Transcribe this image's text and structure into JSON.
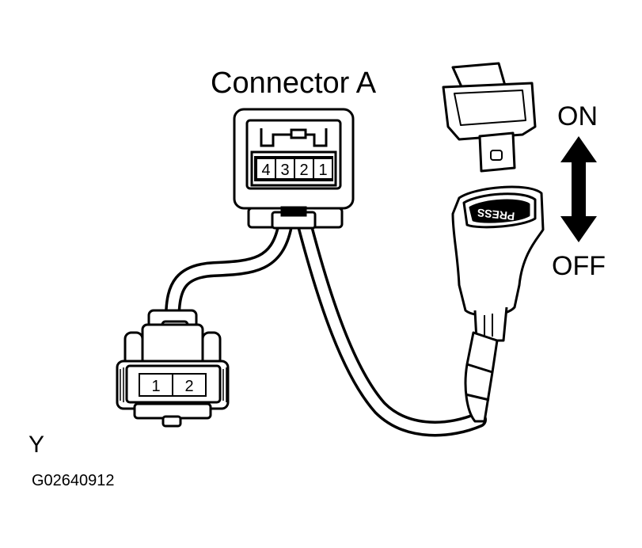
{
  "labels": {
    "connector_a": "Connector A",
    "on": "ON",
    "off": "OFF",
    "corner_letter": "Y",
    "figure_code": "G02640912"
  },
  "connector_a_pins": [
    "4",
    "3",
    "2",
    "1"
  ],
  "small_connector_pins": [
    "1",
    "2"
  ],
  "buckle_text": "PRESS",
  "colors": {
    "ink": "#000000",
    "paper": "#ffffff"
  }
}
